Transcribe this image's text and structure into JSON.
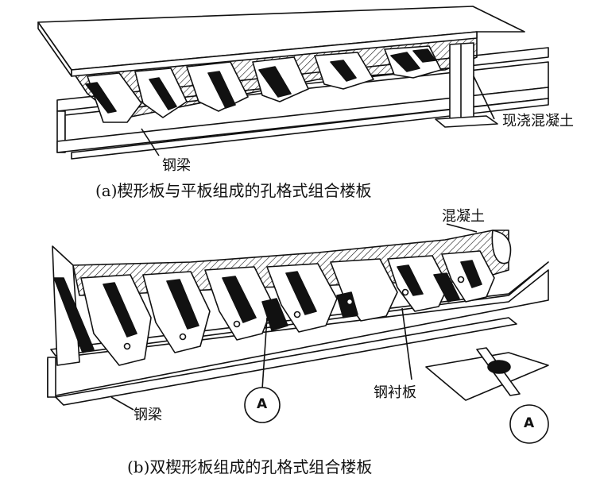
{
  "figure_a": {
    "caption": "(a)楔形板与平板组成的孔格式组合楼板",
    "labels": {
      "cast_concrete": "现浇混凝土",
      "steel_beam": "钢梁"
    }
  },
  "figure_b": {
    "caption": "(b)双楔形板组成的孔格式组合楼板",
    "labels": {
      "concrete": "混凝土",
      "steel_lining_plate": "钢衬板",
      "steel_beam": "钢梁",
      "detail_marker": "A",
      "detail_view_marker": "A"
    }
  },
  "colors": {
    "line": "#111111",
    "background": "#ffffff"
  }
}
